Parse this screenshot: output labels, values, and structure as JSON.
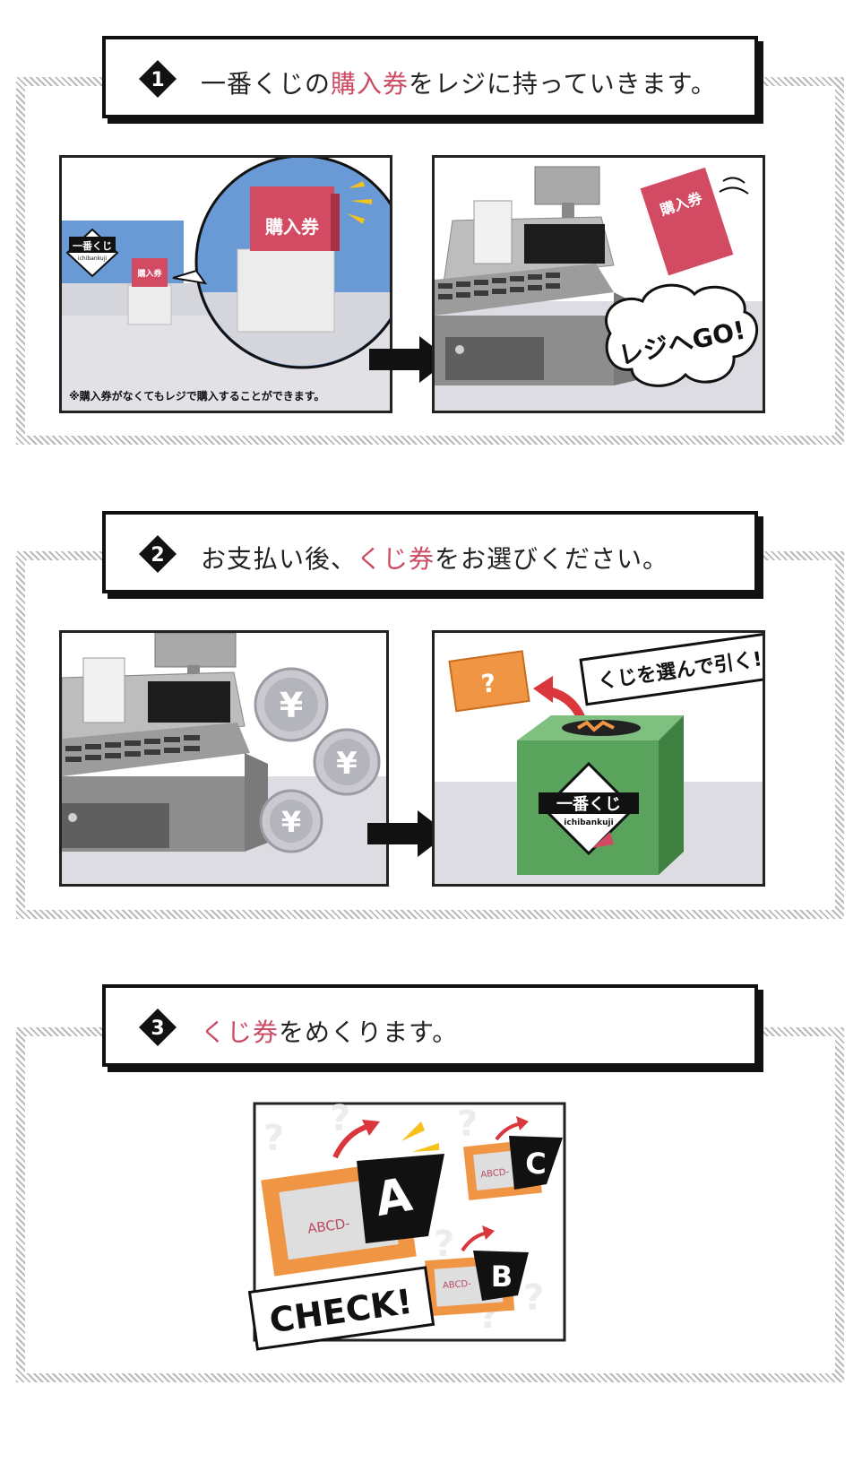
{
  "steps": [
    {
      "number": "1",
      "text_before": "一番くじの",
      "text_highlight": "購入券",
      "text_after": "をレジに持っていきます。",
      "panel_left": {
        "logo_text": "一番くじ",
        "logo_sub": "ichibankuji",
        "ticket_small": "購入券",
        "ticket_large": "購入券",
        "note": "※購入券がなくてもレジで購入することができます。"
      },
      "panel_right": {
        "ticket": "購入券",
        "bubble": "レジへGO!"
      }
    },
    {
      "number": "2",
      "text_before": "お支払い後、",
      "text_highlight": "くじ券",
      "text_after": "をお選びください。",
      "panel_left": {
        "coin_symbol": "¥"
      },
      "panel_right": {
        "card_mark": "?",
        "caption": "くじを選んで引く!",
        "logo_text": "一番くじ",
        "logo_sub": "ichibankuji"
      }
    },
    {
      "number": "3",
      "text_before": "",
      "text_highlight": "くじ券",
      "text_after": "をめくります。",
      "panel": {
        "letter_a": "A",
        "letter_b": "B",
        "letter_c": "C",
        "card_code": "ABCD-",
        "check": "CHECK!"
      }
    }
  ],
  "colors": {
    "highlight": "#cc4a62",
    "ticket": "#d34a63",
    "box_green": "#5aa35c",
    "card_orange": "#ef9544",
    "sky": "#6a9ad6"
  }
}
